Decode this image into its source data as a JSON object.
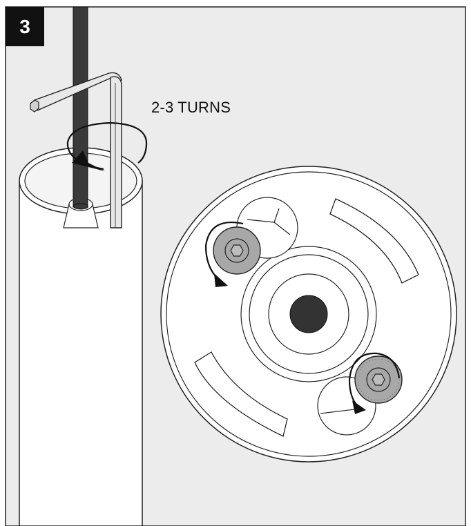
{
  "step": {
    "number": "3"
  },
  "annotation": {
    "turns_text": "2-3 TURNS"
  },
  "colors": {
    "panel_background": "#ececec",
    "outline": "#222222",
    "bolt_gray": "#a8a8a8",
    "center_hole": "#333333",
    "badge": "#111111"
  },
  "icons": {
    "rotation_arrow_top": "clockwise-arrow",
    "rotation_arrow_left_bolt": "clockwise-arrow",
    "rotation_arrow_right_bolt": "clockwise-arrow"
  }
}
